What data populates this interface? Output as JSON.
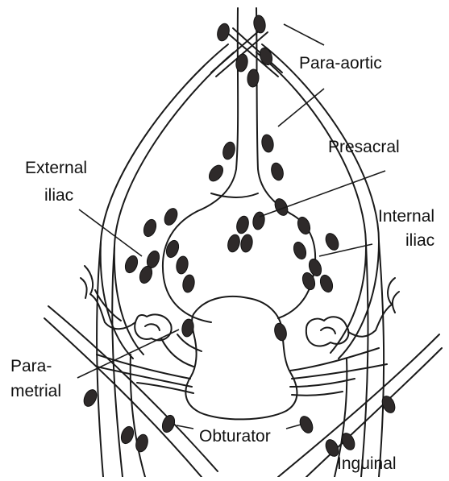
{
  "labels": {
    "para_aortic": "Para-aortic",
    "presacral": "Presacral",
    "internal_iliac_1": "Internal",
    "internal_iliac_2": "iliac",
    "external_iliac_1": "External",
    "external_iliac_2": "iliac",
    "parametrial_1": "Para-",
    "parametrial_2": "metrial",
    "obturator": "Obturator",
    "inguinal": "Inguinal"
  },
  "colors": {
    "node": "#2e2a2a",
    "line": "#1a1a1a"
  }
}
